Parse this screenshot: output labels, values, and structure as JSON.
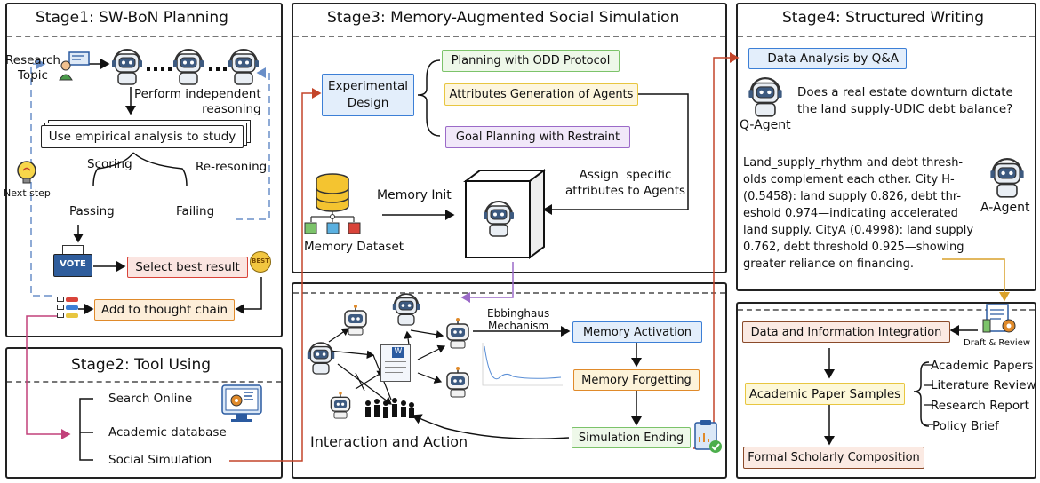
{
  "stage1": {
    "title": "Stage1: SW-BoN Planning",
    "research_topic": "Research\nTopic",
    "perform_reasoning": "Perform independent\nreasoning",
    "empirical": "Use empirical analysis to  study",
    "scoring": "Scoring",
    "re_reasoning": "Re-resoning",
    "next_step": "Next step",
    "passing": "Passing",
    "failing": "Failing",
    "vote": "VOTE",
    "select_best": "Select best result",
    "best_badge": "BEST",
    "add_chain": "Add to thought chain"
  },
  "stage2": {
    "title": "Stage2: Tool Using",
    "items": [
      "Search Online",
      "Academic database",
      "Social Simulation"
    ]
  },
  "stage3": {
    "title": "Stage3: Memory-Augmented Social Simulation",
    "experimental_design": "Experimental\nDesign",
    "design_items": [
      "Planning with ODD Protocol",
      "Attributes Generation of Agents",
      "Goal Planning with Restraint"
    ],
    "memory_init": "Memory Init",
    "memory_dataset": "Memory Dataset",
    "assign": "Assign  specific\nattributes to Agents",
    "ebbinghaus": "Ebbinghaus\nMechanism",
    "memory_activation": "Memory Activation",
    "memory_forgetting": "Memory Forgetting",
    "simulation_ending": "Simulation Ending",
    "interaction": "Interaction and Action",
    "doc_letter": "W"
  },
  "stage4": {
    "title": "Stage4: Structured Writing",
    "data_analysis": "Data Analysis by Q&A",
    "question": "Does a real estate downturn dictate\nthe land supply-UDIC debt balance?",
    "q_agent": "Q-Agent",
    "answer": "Land_supply_rhythm and debt thresh-\nolds complement each other. City H-\n(0.5458): land supply 0.826, debt thr-\neshold 0.974—indicating accelerated\nland supply. CityA (0.4998): land supply\n0.762, debt threshold 0.925—showing\ngreater reliance on financing.",
    "a_agent": "A-Agent",
    "draft_review": "Draft & Review",
    "integration": "Data and Information Integration",
    "samples": "Academic Paper Samples",
    "composition": "Formal Scholarly Composition",
    "sample_types": [
      "Academic Papers",
      "Literature Review",
      "Research Report",
      "Policy Brief"
    ]
  },
  "colors": {
    "green": "#7cc36a",
    "yellow": "#e8c640",
    "purple": "#9b6ac8",
    "blue": "#3c7fd6",
    "orange": "#e08a2a",
    "red": "#d9443a",
    "pink": "#c2407a",
    "brown": "#8a4a2a",
    "dashed_blue": "#6a8fc8"
  }
}
